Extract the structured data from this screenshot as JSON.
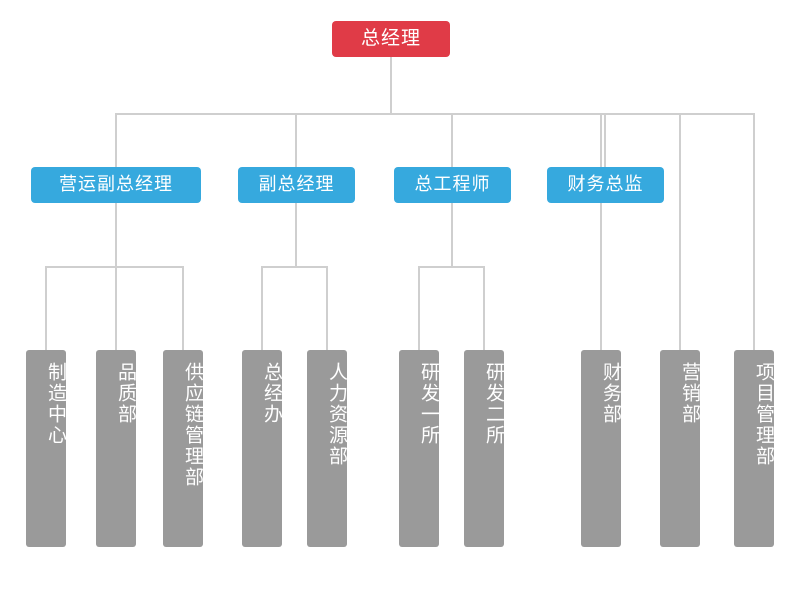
{
  "chart_data": {
    "type": "diagram",
    "title": "",
    "orientation": "top-down organizational chart",
    "colors": {
      "root": "#e03b47",
      "executive": "#36a9de",
      "department": "#9a9a9a",
      "connector": "#cfcfcf",
      "background": "#ffffff",
      "text": "#ffffff"
    }
  },
  "root": {
    "id": "gm",
    "label": "总经理"
  },
  "executives": [
    {
      "id": "ops-vp",
      "label": "营运副总经理"
    },
    {
      "id": "dep-gm",
      "label": "副总经理"
    },
    {
      "id": "chief-eng",
      "label": "总工程师"
    },
    {
      "id": "cfo",
      "label": "财务总监"
    }
  ],
  "departments": [
    {
      "id": "manufacturing-center",
      "label": "制造中心",
      "parent": "ops-vp"
    },
    {
      "id": "quality-dept",
      "label": "品质部",
      "parent": "ops-vp"
    },
    {
      "id": "supply-chain-dept",
      "label": "供应链管理部",
      "parent": "ops-vp"
    },
    {
      "id": "gm-office",
      "label": "总经办",
      "parent": "dep-gm"
    },
    {
      "id": "hr-dept",
      "label": "人力资源部",
      "parent": "dep-gm"
    },
    {
      "id": "rd-institute-1",
      "label": "研发一所",
      "parent": "chief-eng"
    },
    {
      "id": "rd-institute-2",
      "label": "研发二所",
      "parent": "chief-eng"
    },
    {
      "id": "finance-dept",
      "label": "财务部",
      "parent": "gm"
    },
    {
      "id": "marketing-dept",
      "label": "营销部",
      "parent": "gm"
    },
    {
      "id": "project-mgmt-dept",
      "label": "项目管理部",
      "parent": "gm"
    }
  ]
}
